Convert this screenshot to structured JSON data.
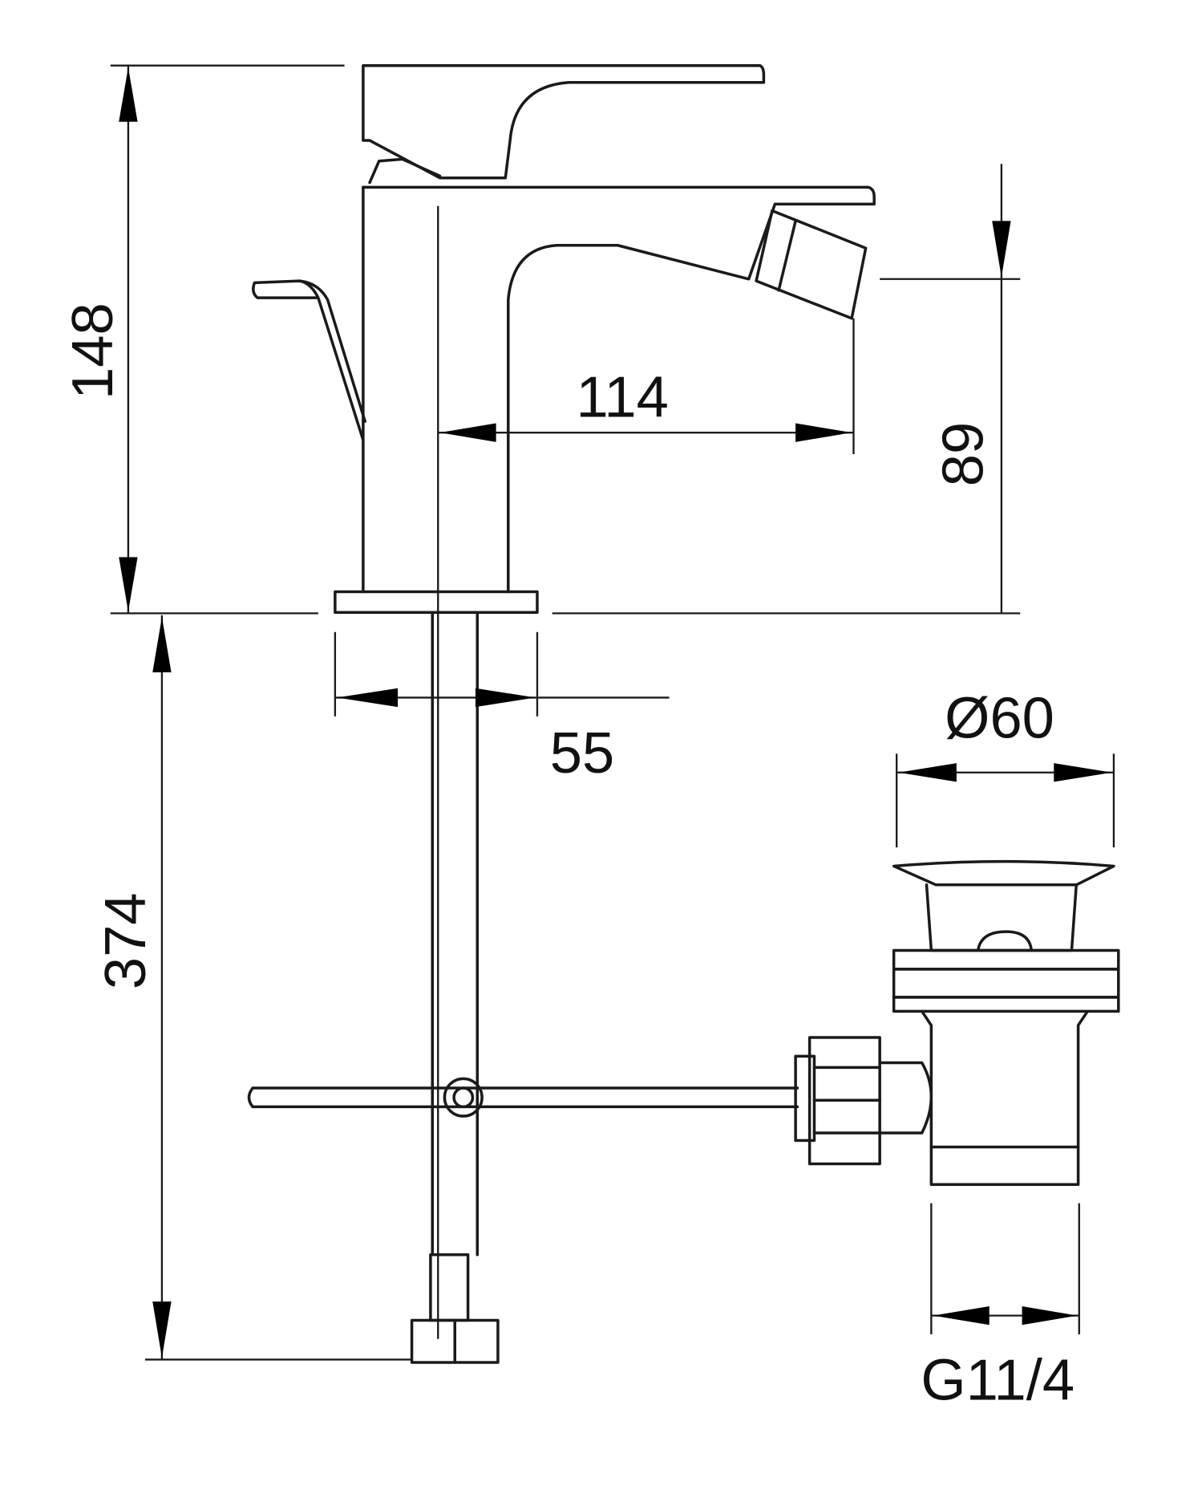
{
  "title": "Bidet mixer technical drawing",
  "dimensions": {
    "height_total": "148",
    "spout_reach": "114",
    "spout_height": "89",
    "base_width": "55",
    "hose_length": "374",
    "waste_diameter": "Ø60",
    "waste_thread": "G11/4"
  },
  "colors": {
    "line": "#1a1a1a",
    "background": "#ffffff"
  }
}
